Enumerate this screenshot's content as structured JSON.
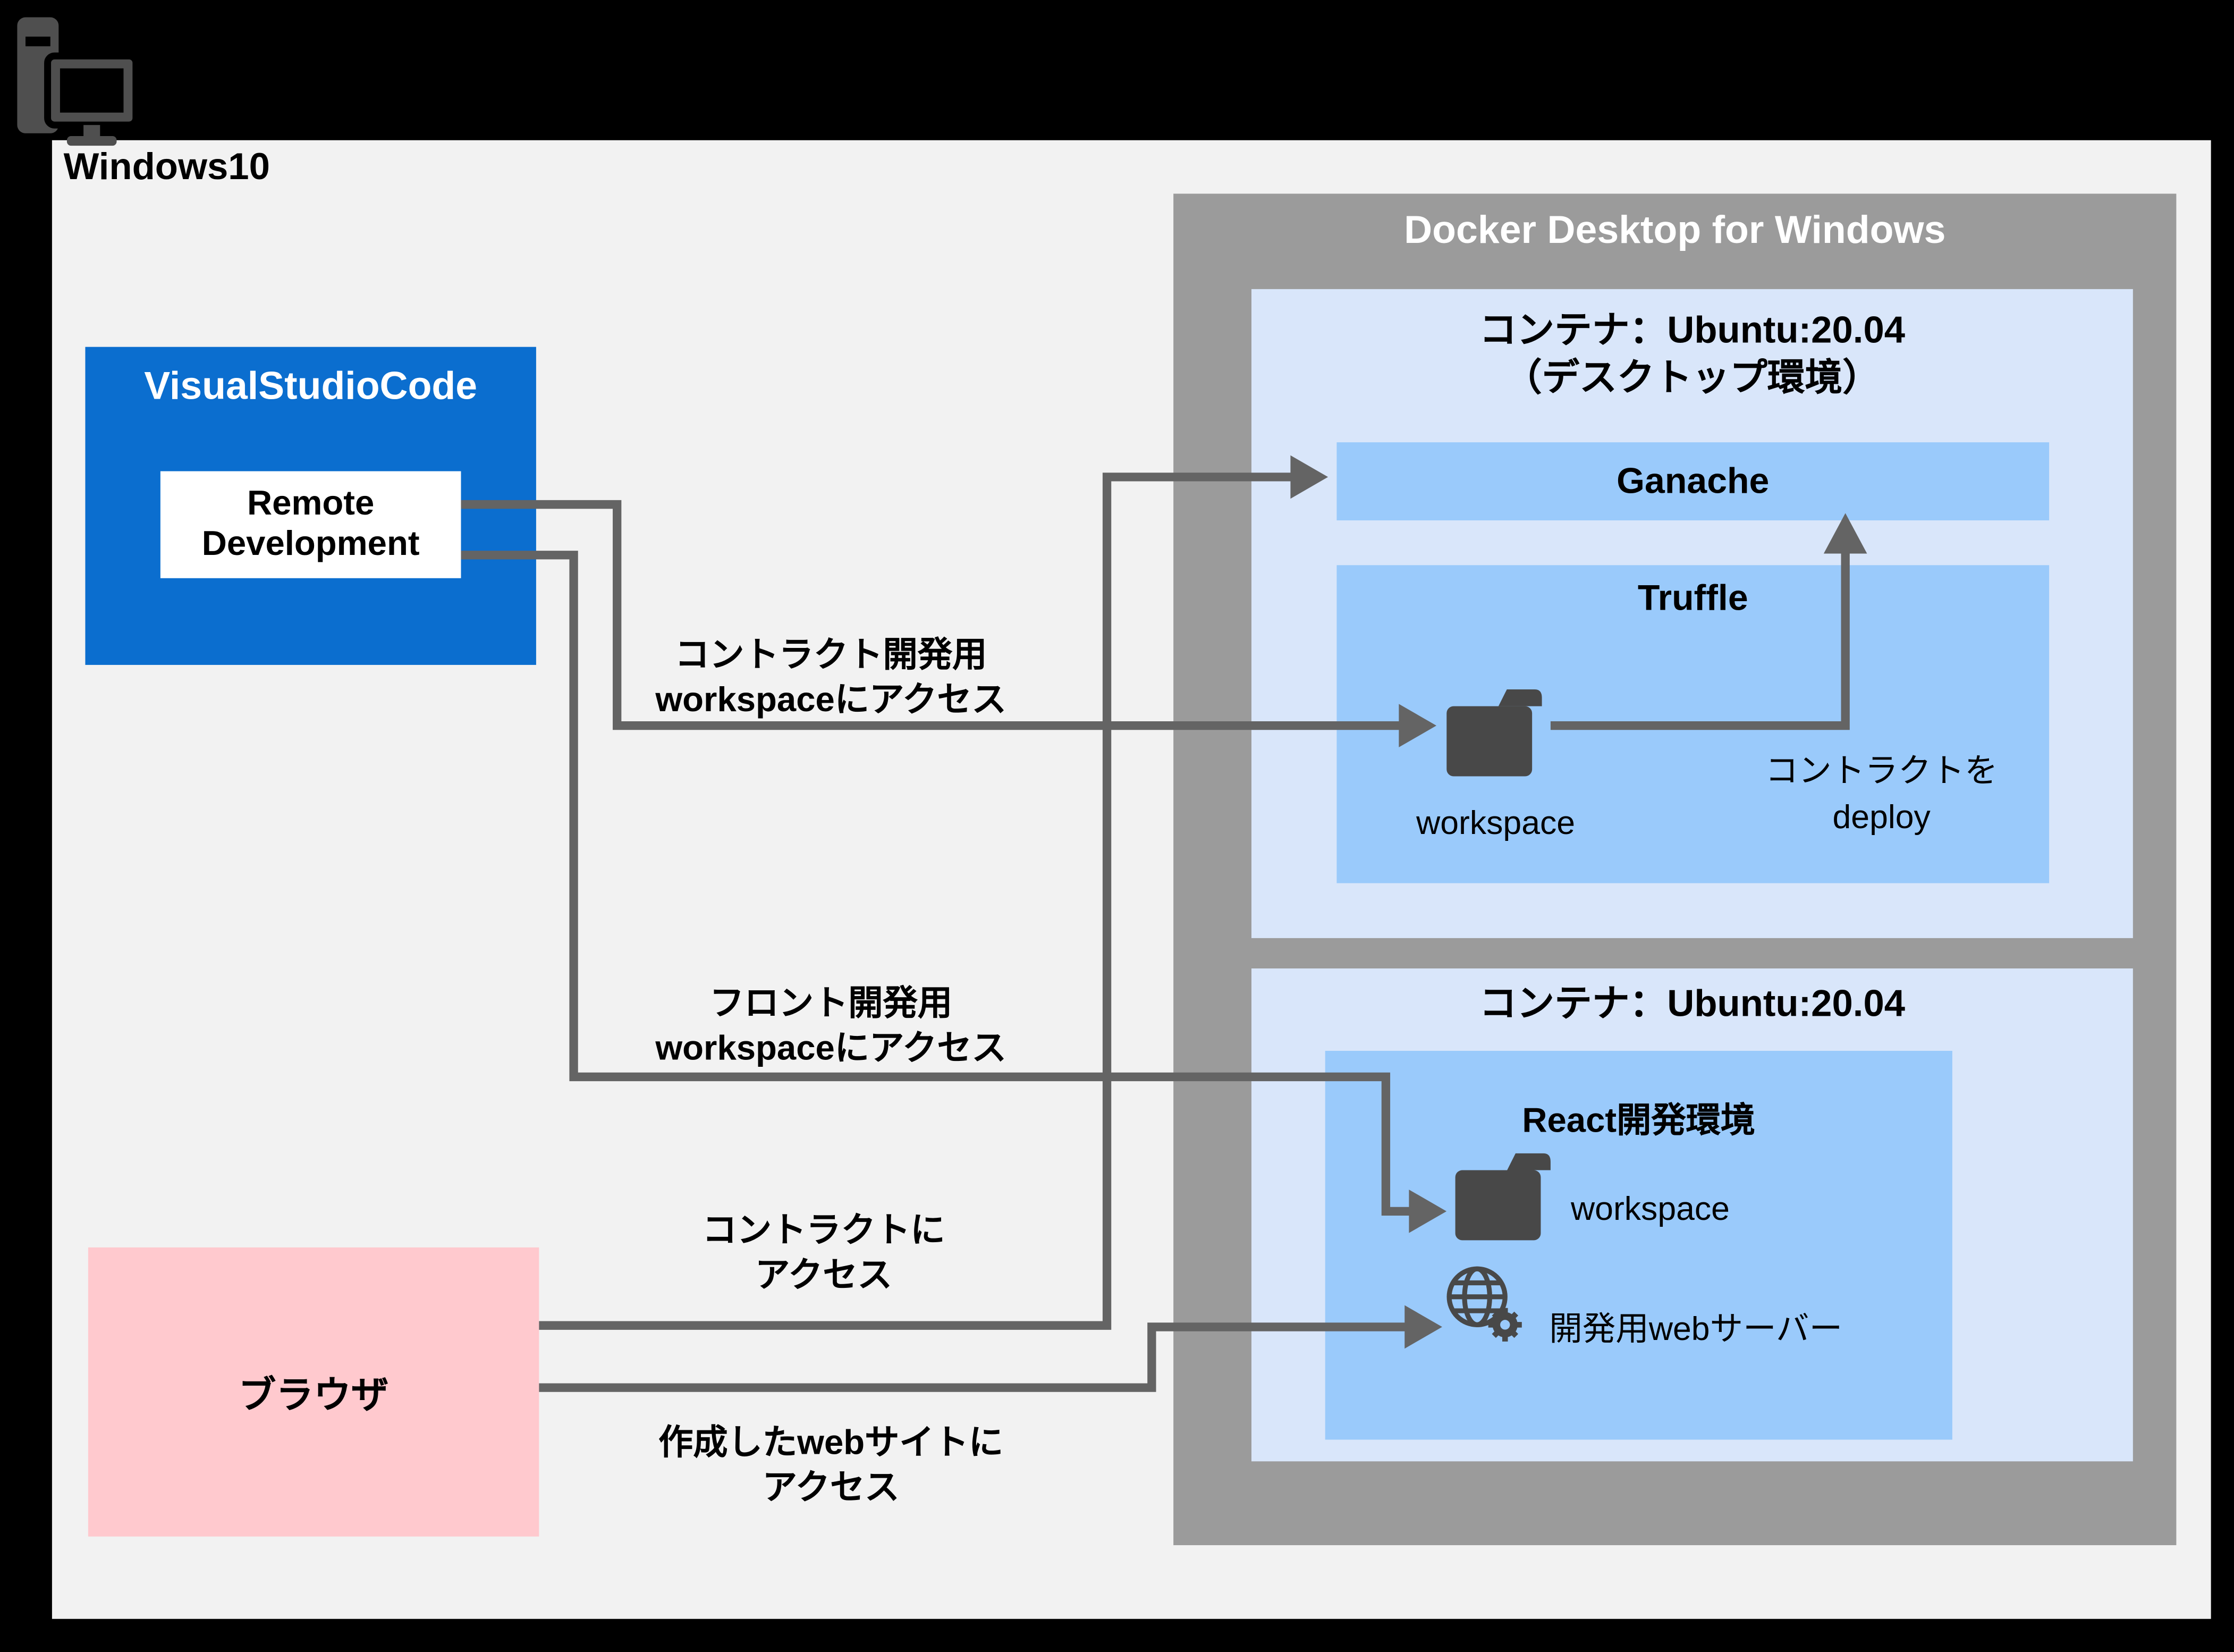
{
  "os_label": "Windows10",
  "vscode": {
    "title": "VisualStudioCode",
    "remote_line1": "Remote",
    "remote_line2": "Development"
  },
  "browser": {
    "label": "ブラウザ"
  },
  "docker": {
    "title": "Docker Desktop for Windows",
    "container1": {
      "title_line1": "コンテナ：Ubuntu:20.04",
      "title_line2": "（デスクトップ環境）",
      "ganache_label": "Ganache",
      "truffle_label": "Truffle",
      "workspace_label": "workspace",
      "deploy_line1": "コントラクトを",
      "deploy_line2": "deploy"
    },
    "container2": {
      "title": "コンテナ：Ubuntu:20.04",
      "react_label": "React開発環境",
      "workspace_label": "workspace",
      "webserver_label": "開発用webサーバー"
    }
  },
  "arrow_labels": {
    "contract_ws_line1": "コントラクト開発用",
    "contract_ws_line2": "workspaceにアクセス",
    "front_ws_line1": "フロント開発用",
    "front_ws_line2": "workspaceにアクセス",
    "contract_access_line1": "コントラクトに",
    "contract_access_line2": "アクセス",
    "website_access_line1": "作成したwebサイトに",
    "website_access_line2": "アクセス"
  },
  "icons": [
    "windows-pc-icon",
    "folder-icon",
    "web-server-globe-icon"
  ],
  "colors": {
    "vscode_blue": "#0b6ecf",
    "browser_pink": "#ffc9ce",
    "docker_gray": "#9b9b9b",
    "container_light_blue": "#d9e6fa",
    "inner_box_blue": "#9acafb",
    "connector_gray": "#646464",
    "panel_background": "#f2f2f2",
    "frame_black": "#000000",
    "icon_dark_gray": "#4f4f4f"
  }
}
